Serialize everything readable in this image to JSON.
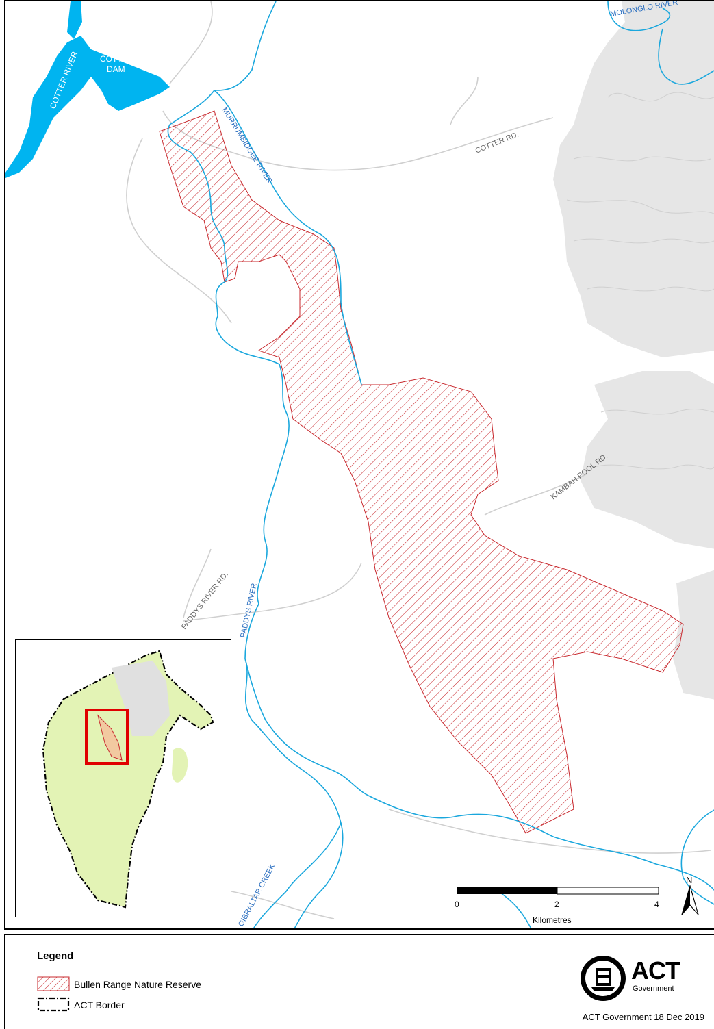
{
  "map": {
    "labels": {
      "cotter_river": "COTTER RIVER",
      "cotter_dam_1": "COTTER",
      "cotter_dam_2": "DAM",
      "murrumbidgee_river": "MURRUMBIDGEE RIVER",
      "cotter_rd": "COTTER RD.",
      "molonglo_1": "MOLONGLO RIVER",
      "kambah_pool_rd": "KAMBAH POOL RD.",
      "paddys_river_rd": "PADDYS RIVER RD.",
      "paddys_river": "PADDYS RIVER",
      "gibraltar_creek": "GIBRALTAR CREEK"
    },
    "scale_bar": {
      "ticks": [
        "0",
        "2",
        "4"
      ],
      "unit": "Kilometres"
    },
    "north_label": "N",
    "colors": {
      "water": "#00b4f0",
      "river": "#1aa7dd",
      "reserve": "#c8282d",
      "urban": "#e6e6e6",
      "road": "#cfcfcf",
      "act_green": "#e3f3b5"
    }
  },
  "legend": {
    "title": "Legend",
    "items": [
      {
        "label": "Bullen Range Nature Reserve",
        "symbol": "reserve-hatch-icon"
      },
      {
        "label": "ACT Border",
        "symbol": "dashed-border-icon"
      }
    ]
  },
  "logo": {
    "text_main": "ACT",
    "text_sub": "Government"
  },
  "credit": "ACT Government 18 Dec 2019"
}
